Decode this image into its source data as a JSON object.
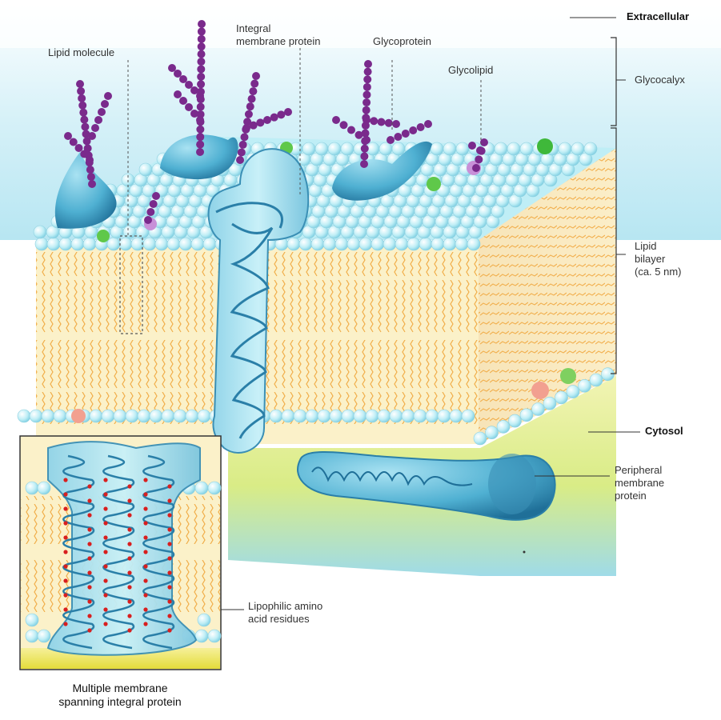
{
  "labels": {
    "extracellular": "Extracellular",
    "cytosol": "Cytosol",
    "lipid_molecule": "Lipid molecule",
    "integral_membrane_protein": "Integral\nmembrane protein",
    "glycoprotein": "Glycoprotein",
    "glycolipid": "Glycolipid",
    "glycocalyx": "Glycocalyx",
    "lipid_bilayer": "Lipid\nbilayer\n(ca. 5 nm)",
    "peripheral_membrane_protein": "Peripheral\nmembrane\nprotein",
    "lipophilic_residues": "Lipophilic amino\nacid residues"
  },
  "caption": "Multiple membrane\nspanning integral protein",
  "colors": {
    "phospholipid_head": "#b9ecf5",
    "lipid_tail": "#f2b24a",
    "bilayer_fill": "#fbf1c9",
    "protein": "#5bb8d6",
    "protein_dark": "#2a7fa8",
    "sugar_chain": "#7a2a8c",
    "residue_dot": "#d81f1f",
    "extracellular_bg": "#cdeef6",
    "cytosol_bg": "#e8f0a0"
  }
}
